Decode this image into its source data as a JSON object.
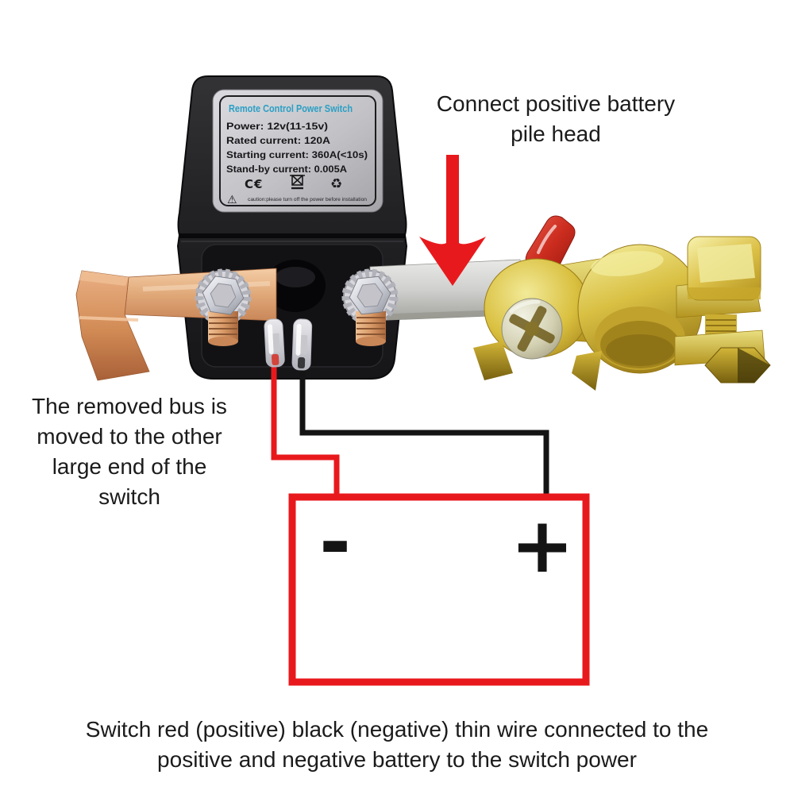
{
  "annotations": {
    "connect_positive": {
      "line1": "Connect positive battery",
      "line2": "pile head"
    },
    "removed_bus": {
      "line1": "The removed bus is",
      "line2": "moved to the other",
      "line3": "large end of the",
      "line4": "switch"
    },
    "bottom_caption": {
      "line1": "Switch red (positive) black (negative) thin wire connected to the",
      "line2": "positive and negative battery to the switch power"
    }
  },
  "device_label": {
    "title": "Remote Control Power Switch",
    "specs": [
      "Power: 12v(11-15v)",
      "Rated current: 120A",
      "Starting current: 360A(<10s)",
      "Stand-by current: 0.005A"
    ],
    "ce_mark": "C€",
    "recycle_icon": "♻",
    "warning_icon": "⚠",
    "caution": "caution:please turn off the power before installation"
  },
  "battery": {
    "negative_label": "-",
    "positive_label": "+"
  },
  "colors": {
    "accent_red": "#e8191d",
    "label_title_blue": "#2b9fc5",
    "copper": "#d0905e",
    "brass": "#d8bf41",
    "silver": "#c3c3c1"
  }
}
